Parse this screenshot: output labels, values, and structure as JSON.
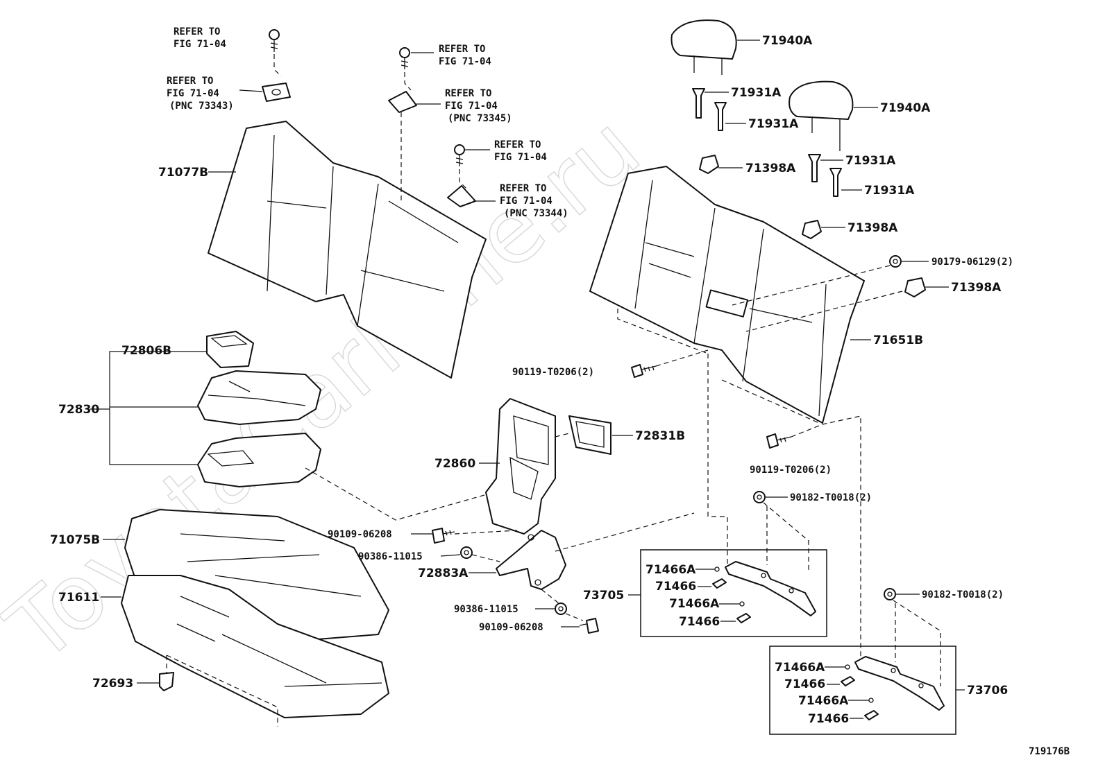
{
  "watermark": "ToyotaCarMine.ru",
  "figure_id": "719176B",
  "labels": {
    "l71940A_1": "71940A",
    "l71940A_2": "71940A",
    "l71931A_1": "71931A",
    "l71931A_2": "71931A",
    "l71931A_3": "71931A",
    "l71931A_4": "71931A",
    "l71398A_1": "71398A",
    "l71398A_2": "71398A",
    "l71398A_3": "71398A",
    "l90179": "90179-06129(2)",
    "l71651B": "71651B",
    "l71077B": "71077B",
    "l72806B": "72806B",
    "l72830": "72830",
    "l72831B": "72831B",
    "l72860": "72860",
    "l90119_1": "90119-T0206(2)",
    "l90119_2": "90119-T0206(2)",
    "l90182_1": "90182-T0018(2)",
    "l90182_2": "90182-T0018(2)",
    "l71075B": "71075B",
    "l71611": "71611",
    "l72693": "72693",
    "l90109_1": "90109-06208",
    "l90109_2": "90109-06208",
    "l90386_1": "90386-11015",
    "l90386_2": "90386-11015",
    "l72883A": "72883A",
    "l73705": "73705",
    "l73706": "73706",
    "l71466A_1": "71466A",
    "l71466_1": "71466",
    "l71466A_2": "71466A",
    "l71466_2": "71466",
    "l71466A_3": "71466A",
    "l71466_3": "71466",
    "l71466A_4": "71466A",
    "l71466_4": "71466"
  },
  "refer_notes": [
    {
      "line1": "REFER TO",
      "line2": "FIG 71-04",
      "line3": ""
    },
    {
      "line1": "REFER TO",
      "line2": "FIG 71-04",
      "line3": "(PNC 73343)"
    },
    {
      "line1": "REFER TO",
      "line2": "FIG 71-04",
      "line3": ""
    },
    {
      "line1": "REFER TO",
      "line2": "FIG 71-04",
      "line3": "(PNC 73345)"
    },
    {
      "line1": "REFER TO",
      "line2": "FIG 71-04",
      "line3": ""
    },
    {
      "line1": "REFER TO",
      "line2": "FIG 71-04",
      "line3": "(PNC 73344)"
    }
  ]
}
